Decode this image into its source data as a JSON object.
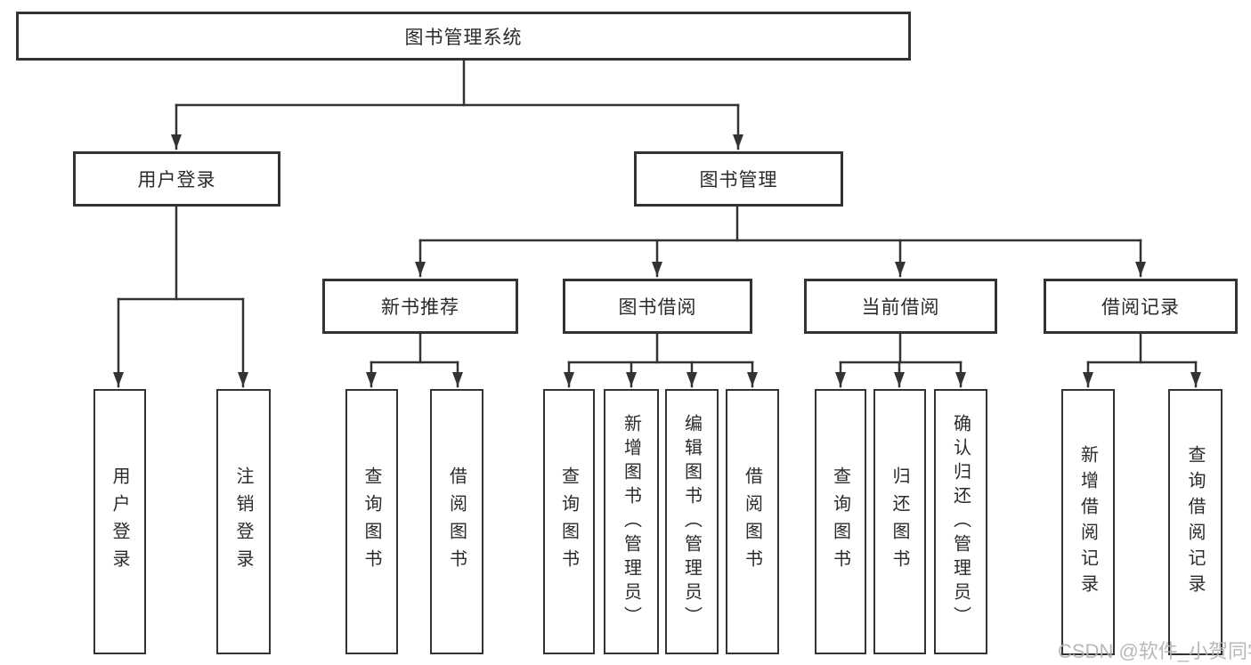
{
  "diagram": {
    "root": {
      "label": "图书管理系统"
    },
    "branches": [
      {
        "label": "用户登录",
        "children": [
          {
            "label": "用户登录"
          },
          {
            "label": "注销登录"
          }
        ]
      },
      {
        "label": "图书管理",
        "sections": [
          {
            "label": "新书推荐",
            "children": [
              {
                "label": "查询图书"
              },
              {
                "label": "借阅图书"
              }
            ]
          },
          {
            "label": "图书借阅",
            "children": [
              {
                "label": "查询图书"
              },
              {
                "label": "新增图书（管理员）"
              },
              {
                "label": "编辑图书（管理员）"
              },
              {
                "label": "借阅图书"
              }
            ]
          },
          {
            "label": "当前借阅",
            "children": [
              {
                "label": "查询图书"
              },
              {
                "label": "归还图书"
              },
              {
                "label": "确认归还（管理员）"
              }
            ]
          },
          {
            "label": "借阅记录",
            "children": [
              {
                "label": "新增借阅记录"
              },
              {
                "label": "查询借阅记录"
              }
            ]
          }
        ]
      }
    ],
    "watermark": "CSDN @软件_小贺同学",
    "colors": {
      "line": "#333333",
      "box_border": "#333333",
      "text": "#2b2b2b",
      "background": "#ffffff",
      "watermark": "#b3b3b3"
    }
  }
}
